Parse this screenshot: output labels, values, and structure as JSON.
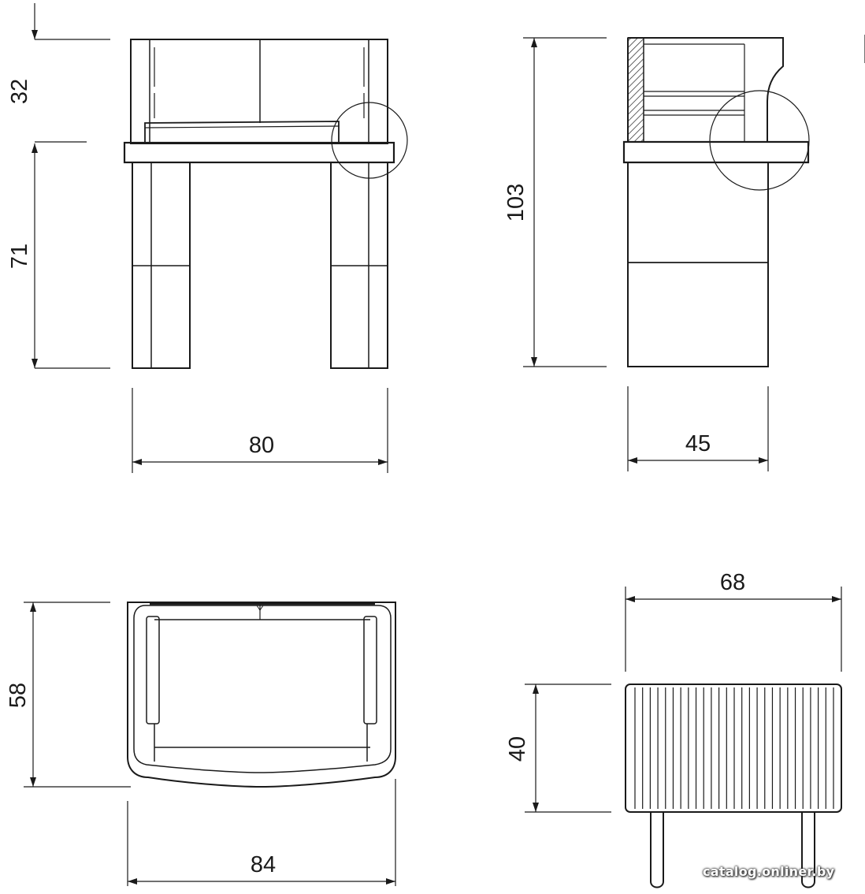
{
  "dimensions": {
    "front_top_height": "32",
    "front_lower_height": "71",
    "front_width": "80",
    "side_total_height": "103",
    "side_depth": "45",
    "top_view_depth": "58",
    "top_view_width": "84",
    "small_width": "68",
    "small_height": "40"
  },
  "watermark": "catalog.onliner.by",
  "colors": {
    "line": "#1a1a1a",
    "background": "#ffffff"
  }
}
